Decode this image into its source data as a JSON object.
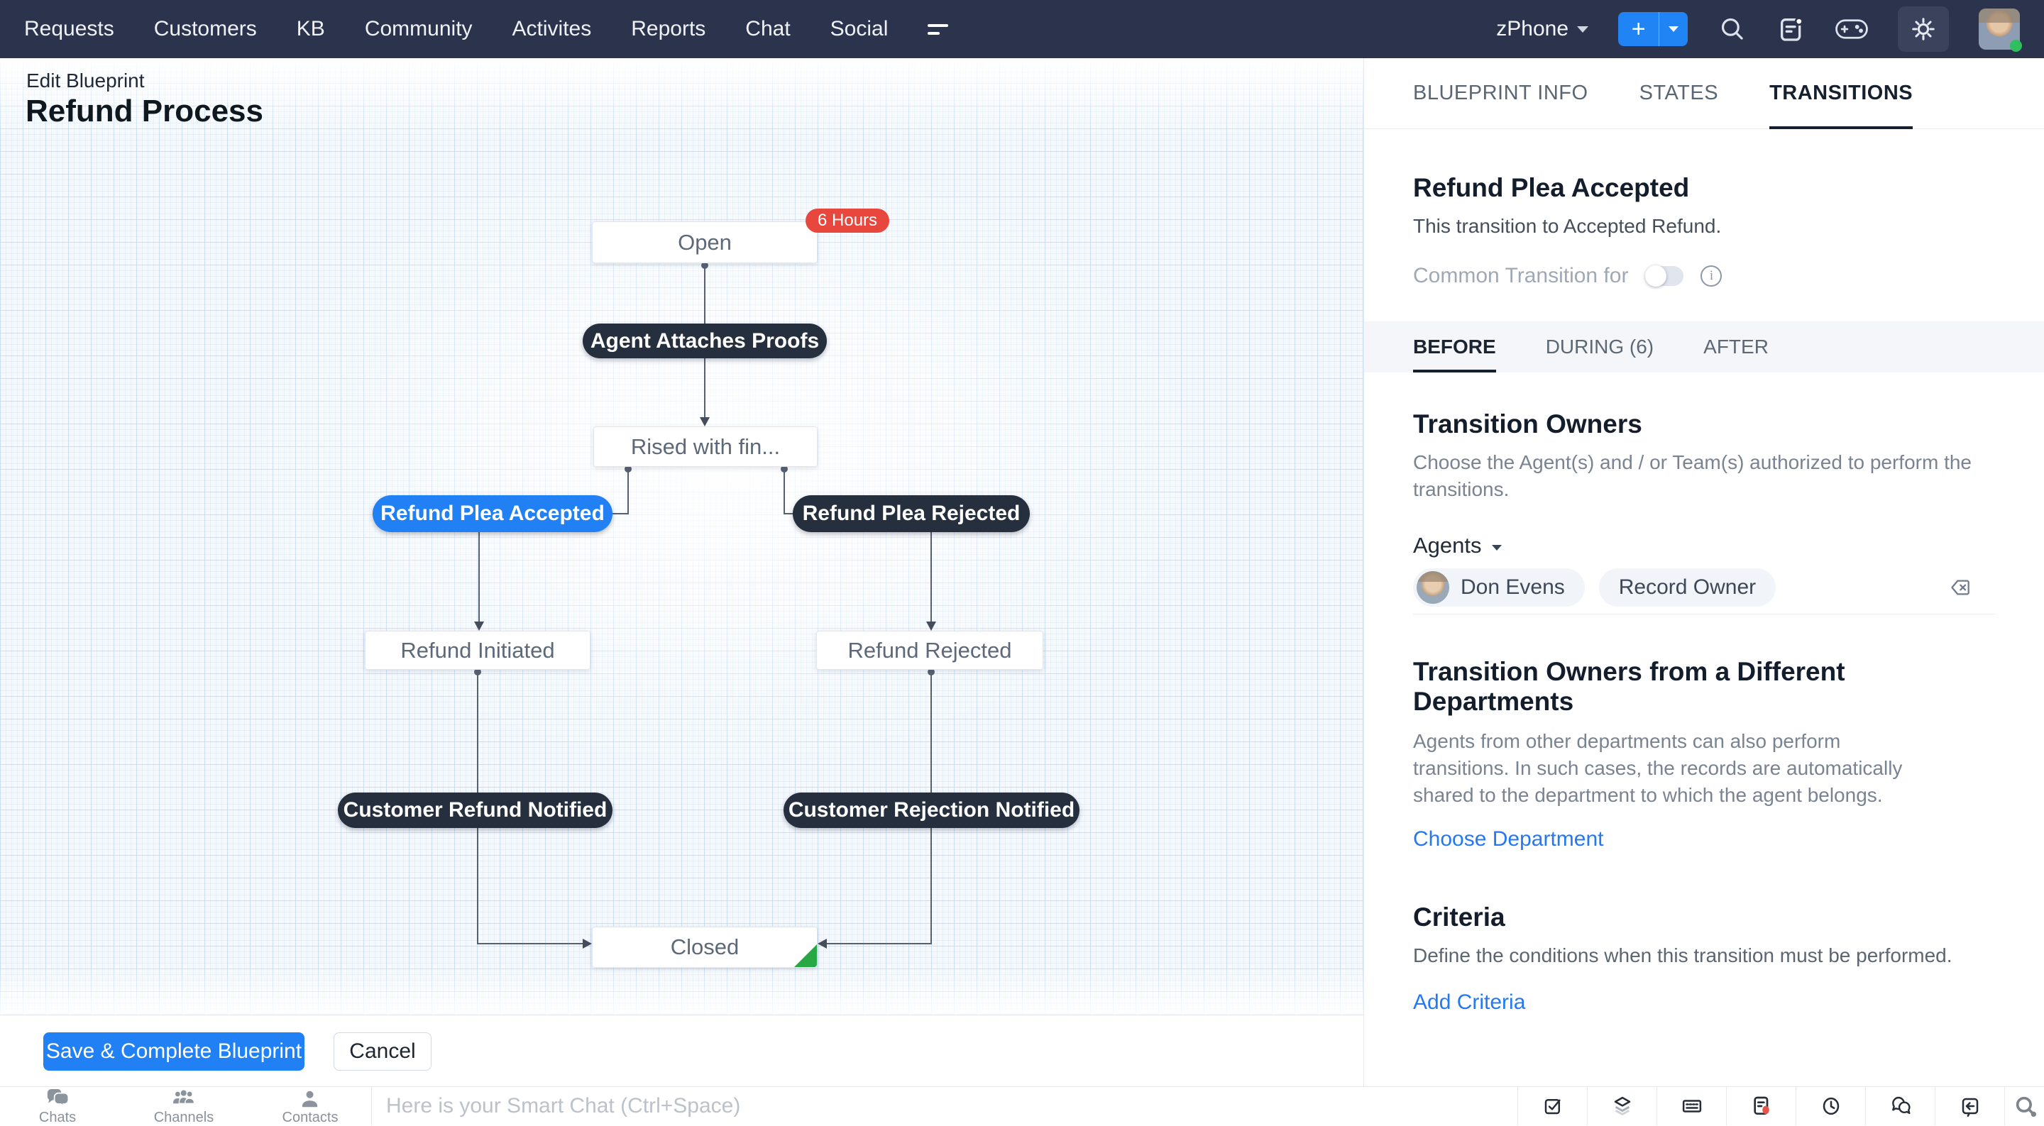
{
  "nav": {
    "items": [
      "Requests",
      "Customers",
      "KB",
      "Community",
      "Activites",
      "Reports",
      "Chat",
      "Social"
    ],
    "product": "zPhone"
  },
  "canvas": {
    "breadcrumb": "Edit Blueprint",
    "title": "Refund Process",
    "sla_badge": "6 Hours",
    "states": [
      {
        "label": "Open"
      },
      {
        "label": "Rised with fin..."
      },
      {
        "label": "Refund Initiated"
      },
      {
        "label": "Refund Rejected"
      },
      {
        "label": "Closed"
      }
    ],
    "transitions": [
      {
        "label": "Agent Attaches Proofs"
      },
      {
        "label": "Refund Plea Accepted"
      },
      {
        "label": "Refund Plea Rejected"
      },
      {
        "label": "Customer Refund Notified"
      },
      {
        "label": "Customer Rejection Notified"
      }
    ],
    "actions": {
      "save": "Save & Complete Blueprint",
      "cancel": "Cancel"
    }
  },
  "panel": {
    "tabs": [
      {
        "label": "BLUEPRINT INFO"
      },
      {
        "label": "STATES"
      },
      {
        "label": "TRANSITIONS"
      }
    ],
    "transition": {
      "name": "Refund Plea Accepted",
      "description": "This transition to Accepted Refund.",
      "common_label": "Common Transition for"
    },
    "phase_tabs": [
      {
        "label": "BEFORE"
      },
      {
        "label": "DURING (6)"
      },
      {
        "label": "AFTER"
      }
    ],
    "owners": {
      "heading": "Transition Owners",
      "description": "Choose the Agent(s) and / or Team(s) authorized to perform the transitions.",
      "agents_label": "Agents",
      "chips": [
        "Don Evens",
        "Record Owner"
      ]
    },
    "departments": {
      "heading": "Transition Owners from a Different Departments",
      "description": "Agents from other departments can also perform transitions. In such cases, the records are automatically shared to the department to which the agent belongs.",
      "link": "Choose Department"
    },
    "criteria": {
      "heading": "Criteria",
      "description": "Define the conditions when this transition must be performed.",
      "link": "Add Criteria"
    }
  },
  "bottombar": {
    "items": [
      "Chats",
      "Channels",
      "Contacts"
    ],
    "chat_placeholder": "Here is your Smart Chat (Ctrl+Space)"
  },
  "colors": {
    "accent": "#2180f3",
    "nav_bg": "#2c344d",
    "pill_dark": "#262f3d",
    "badge_red": "#e7473d",
    "link_blue": "#2478f0",
    "closed_green": "#28a745"
  }
}
